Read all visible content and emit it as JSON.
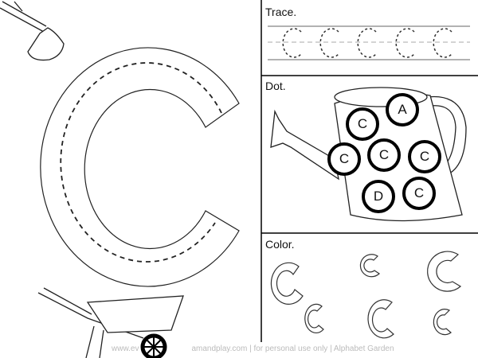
{
  "sections": {
    "trace": {
      "label": "Trace."
    },
    "dot": {
      "label": "Dot.",
      "letters": [
        "A",
        "C",
        "C",
        "C",
        "C",
        "D",
        "C"
      ]
    },
    "color": {
      "label": "Color."
    }
  },
  "footer": {
    "site_start": "www.ev",
    "site_end": "amandplay.com",
    "rest": " | for personal use only | Alphabet Garden"
  }
}
